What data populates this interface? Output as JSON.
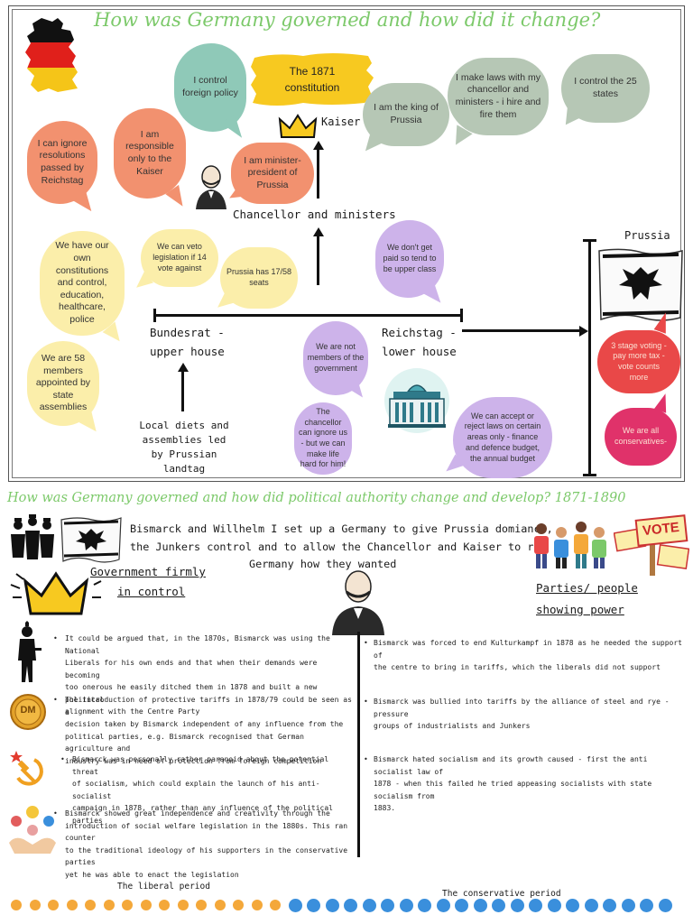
{
  "top": {
    "title": "How was Germany governed and how did it change?",
    "constitution": "The 1871 constitution",
    "kaiser_label": "Kaiser",
    "chancellor_label": "Chancellor and ministers",
    "bundesrat_label_1": "Bundesrat -",
    "bundesrat_label_2": "upper house",
    "reichstag_label_1": "Reichstag -",
    "reichstag_label_2": "lower house",
    "prussia_label": "Prussia",
    "local_diets": [
      "Local diets and",
      "assemblies led",
      "by Prussian",
      "landtag"
    ],
    "bubbles": {
      "foreign_policy": [
        "I control",
        "foreign policy"
      ],
      "king_prussia": [
        "I am the king of",
        "Prussia"
      ],
      "make_laws": [
        "I make laws with my",
        "chancellor and",
        "ministers - i hire and",
        "fire them"
      ],
      "control_states": [
        "I control the 25",
        "states"
      ],
      "ignore_resolutions": [
        "I can ignore",
        "resolutions",
        "passed by",
        "Reichstag"
      ],
      "responsible": [
        "I am",
        "responsible",
        "only to the",
        "Kaiser"
      ],
      "minister_president": [
        "I  am minister-",
        "president of",
        "Prussia"
      ],
      "own_constitutions": [
        "We have our",
        "own",
        "constitutions",
        "and control,",
        "education,",
        "healthcare,",
        "police"
      ],
      "veto": [
        "We can veto",
        "legislation if 14",
        "vote against"
      ],
      "prussia_seats": [
        "Prussia has 17/58",
        "seats"
      ],
      "not_paid": [
        "We don't get",
        "paid so tend to",
        "be upper class"
      ],
      "members_58": [
        "We are 58",
        "members",
        "appointed by",
        "state",
        "assemblies"
      ],
      "not_members": [
        "We are not",
        "members of the",
        "government"
      ],
      "chancellor_ignore": [
        "The",
        "chancellor",
        "can ignore us",
        "- but we can",
        "make life",
        "hard for him!"
      ],
      "accept_reject": [
        "We can accept or",
        "reject laws on certain",
        "areas only - finance",
        "and defence budget,",
        "the annual budget"
      ],
      "stage_voting": [
        "3 stage voting -",
        "pay more tax -",
        "vote counts",
        "more"
      ],
      "conservatives": [
        "We are all",
        "conservatives-"
      ]
    }
  },
  "bottom": {
    "title": "How was Germany governed and how did political authority change and develop? 1871-1890",
    "intro": [
      "Bismarck and Willhelm I set up a Germany to give Prussia domiance,",
      "the Junkers control and to  allow the Chancellor and Kaiser to run",
      "Germany how they wanted"
    ],
    "gov_heading_1": "Government firmly",
    "gov_heading_2": "in control",
    "parties_heading_1": "Parties/ people",
    "parties_heading_2": "showing power",
    "vote_sign": "VOTE",
    "left_bullets": [
      [
        "It could be argued that, in the 1870s, Bismarck was using the National",
        "Liberals for his own ends and that when their demands were becoming",
        "too onerous he easily ditched them in 1878 and built a new political",
        "alignment with the Centre Party"
      ],
      [
        "The introduction of protective tariffs in 1878/79 could be seen as a",
        "decision taken by Bismarck independent of any influence from the",
        "political parties, e.g. Bismarck recognised that German agriculture and",
        "industry was in need of protection from foreign competition"
      ],
      [
        "Bismarck was personally rather paranoid about the potential threat",
        "of socialism, which could explain the launch of his anti-socialist",
        "campaign in 1878, rather than any influence of the political parties"
      ],
      [
        "Bismarck showed great independence and creativity through the",
        "introduction of social welfare legislation in the 1880s. This ran counter",
        "to the traditional ideology of his supporters in the conservative parties",
        "yet he was able to enact the legislation"
      ]
    ],
    "right_bullets": [
      [
        "Bismarck was forced to end Kulturkampf in 1878 as he needed the support of",
        "the centre to bring in tariffs, which the liberals did not support"
      ],
      [
        "Bismarck was bullied into tariffs by the alliance of steel and rye - pressure",
        "groups of industrialists and Junkers"
      ],
      [
        "Bismarck hated socialism and its growth caused - first the anti socialist law of",
        "1878 - when this failed he tried appeasing socialists with state socialism from",
        "1883."
      ]
    ],
    "dm_coin": "DM",
    "liberal_period": "The liberal period",
    "conservative_period": "The conservative period"
  },
  "colors": {
    "green_title": "#7cc96a",
    "teal": "#8fc9b8",
    "grey_green": "#b6c7b5",
    "salmon": "#f2916f",
    "cream": "#fbeeaa",
    "lavender": "#cdb3ea",
    "red": "#e94848",
    "magenta": "#e0326a",
    "yellow": "#f7c920",
    "orange_dot": "#f4a83a",
    "blue_dot": "#3a8fdc"
  }
}
